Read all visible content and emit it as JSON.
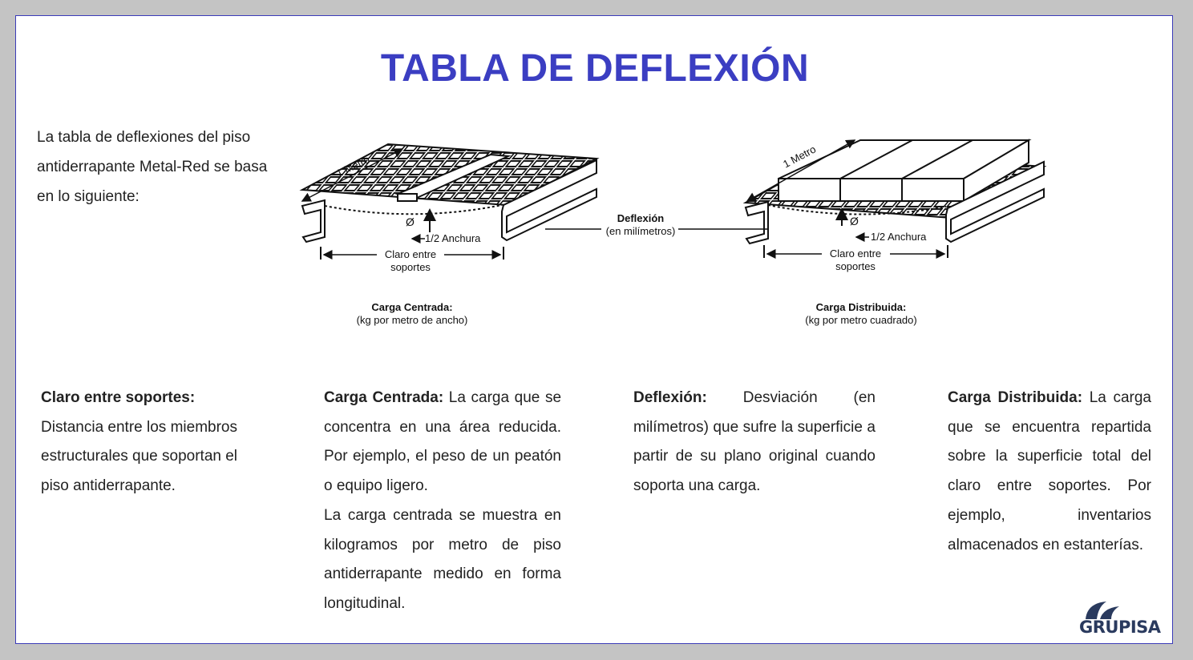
{
  "title": "TABLA DE DEFLEXIÓN",
  "intro": "La tabla de deflexiones del piso antiderrapante Metal-Red se basa en lo siguiente:",
  "diagram_left": {
    "metro": "1 Metro",
    "phi": "Ø",
    "half_width": "1/2 Anchura",
    "claro_1": "Claro entre",
    "claro_2": "soportes",
    "caption_title": "Carga Centrada:",
    "caption_sub": "(kg por metro de ancho)"
  },
  "diagram_center": {
    "deflexion": "Deflexión",
    "deflexion_sub": "(en milímetros)"
  },
  "diagram_right": {
    "metro": "1 Metro",
    "phi": "Ø",
    "half_width": "1/2 Anchura",
    "claro_1": "Claro entre",
    "claro_2": "soportes",
    "caption_title": "Carga Distribuida:",
    "caption_sub": "(kg por metro cuadrado)"
  },
  "definitions": [
    {
      "term": "Claro entre soportes:",
      "text": "Distancia entre los miembros estructurales que soportan el piso antiderrapante."
    },
    {
      "term": "Carga Centrada:",
      "text": "La carga que se concentra en una área reducida. Por ejemplo, el peso de un peatón o equipo ligero.",
      "extra": "La carga centrada se muestra en kilogramos por metro de piso antiderrapante medido en forma longitudinal."
    },
    {
      "term": "Deflexión:",
      "text": "Desviación (en milímetros) que sufre la superficie a partir de su plano original cuando soporta una carga."
    },
    {
      "term": "Carga Distribuida:",
      "text": "La carga que se encuentra repartida sobre la superficie total del claro entre soportes. Por ejemplo, inventarios almacenados en estanterías."
    }
  ],
  "logo": {
    "text": "GRUPISA",
    "color": "#2a3a5e"
  },
  "colors": {
    "title": "#3b3ec2",
    "border": "#3b3bb8"
  }
}
